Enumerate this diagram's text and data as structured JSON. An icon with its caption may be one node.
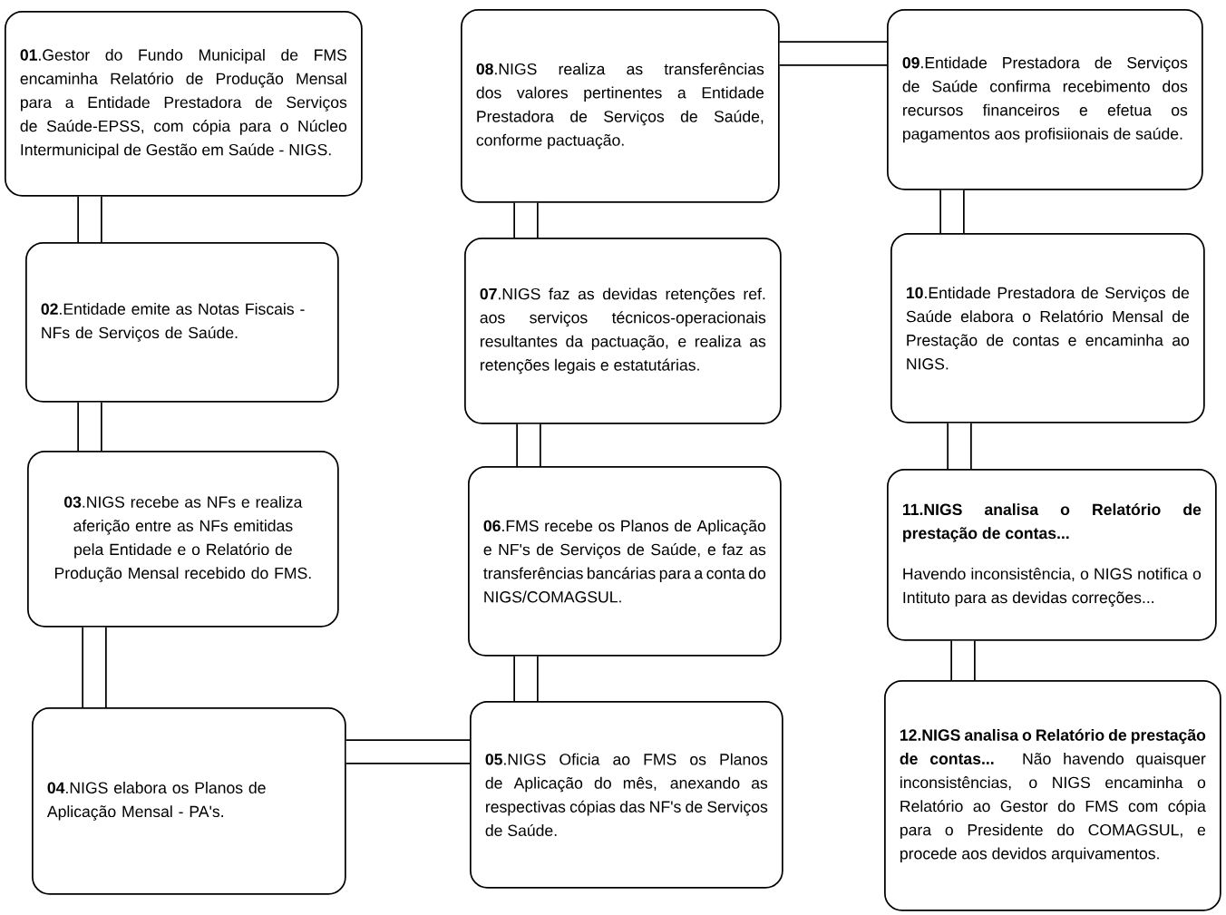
{
  "diagram": {
    "nodes": [
      {
        "text": [
          "**01**.Gestor do Fundo Municipal de FMS encaminha Relatório de Produção Mensal para a Entidade Prestadora de Serviços de Saúde-EPSS, com cópia para o Núcleo Intermunicipal de Gestão em Saúde - NIGS."
        ]
      },
      {
        "text": [
          "**02**.Entidade emite as Notas Fiscais - NFs de Serviços de Saúde."
        ]
      },
      {
        "text": [
          "**03**.NIGS recebe as NFs e realiza aferição entre as NFs emitidas pela Entidade e o Relatório de Produção Mensal recebido do FMS."
        ]
      },
      {
        "text": [
          "**04**.NIGS elabora os Planos de Aplicação Mensal - PA's."
        ]
      },
      {
        "text": [
          "**05**.NIGS Oficia ao FMS os Planos de Aplicação do mês, anexando as respectivas cópias das NF's de Serviços de Saúde."
        ]
      },
      {
        "text": [
          "**06**.FMS recebe os Planos de Aplicação e NF's de Serviços de Saúde, e faz as transferências bancárias para a conta do NIGS/COMAGSUL."
        ]
      },
      {
        "text": [
          "**07**.NIGS faz as devidas retenções ref. aos serviços técnicos-operacionais resultantes da pactuação, e realiza as retenções legais e estatutárias."
        ]
      },
      {
        "text": [
          "**08**.NIGS realiza as transferências dos valores pertinentes a Entidade Prestadora de Serviços de Saúde, conforme pactuação."
        ]
      },
      {
        "text": [
          "**09**.Entidade Prestadora de Serviços de Saúde confirma recebimento dos recursos financeiros e efetua os pagamentos aos profisiionais de saúde."
        ]
      },
      {
        "text": [
          "**10**.Entidade Prestadora de Serviços de Saúde elabora o Relatório Mensal de Prestação de contas e encaminha ao NIGS."
        ]
      },
      {
        "text": [
          "11.NIGS analisa o Relatório de prestação de contas...",
          "Havendo inconsistência, o NIGS notifica o Intituto para as devidas correções..."
        ]
      },
      {
        "text": [
          "**12.NIGS analisa o Relatório de prestação de contas...** Não havendo quaisquer inconsistências, o NIGS encaminha o Relatório ao Gestor do FMS com cópia para o Presidente do COMAGSUL, e procede aos devidos arquivamentos."
        ]
      }
    ],
    "edges": [
      {
        "from": 0,
        "to": 1,
        "arrow": "none"
      },
      {
        "from": 1,
        "to": 2,
        "arrow": "none"
      },
      {
        "from": 2,
        "to": 3,
        "arrow": "none"
      },
      {
        "from": 3,
        "to": 4,
        "arrow": "none"
      },
      {
        "from": 4,
        "to": 5,
        "arrow": "none"
      },
      {
        "from": 5,
        "to": 6,
        "arrow": "none"
      },
      {
        "from": 6,
        "to": 7,
        "arrow": "none"
      },
      {
        "from": 7,
        "to": 8,
        "arrow": "none"
      },
      {
        "from": 8,
        "to": 9,
        "arrow": "none"
      },
      {
        "from": 9,
        "to": 10,
        "arrow": "none"
      },
      {
        "from": 10,
        "to": 11,
        "arrow": "none"
      }
    ]
  }
}
